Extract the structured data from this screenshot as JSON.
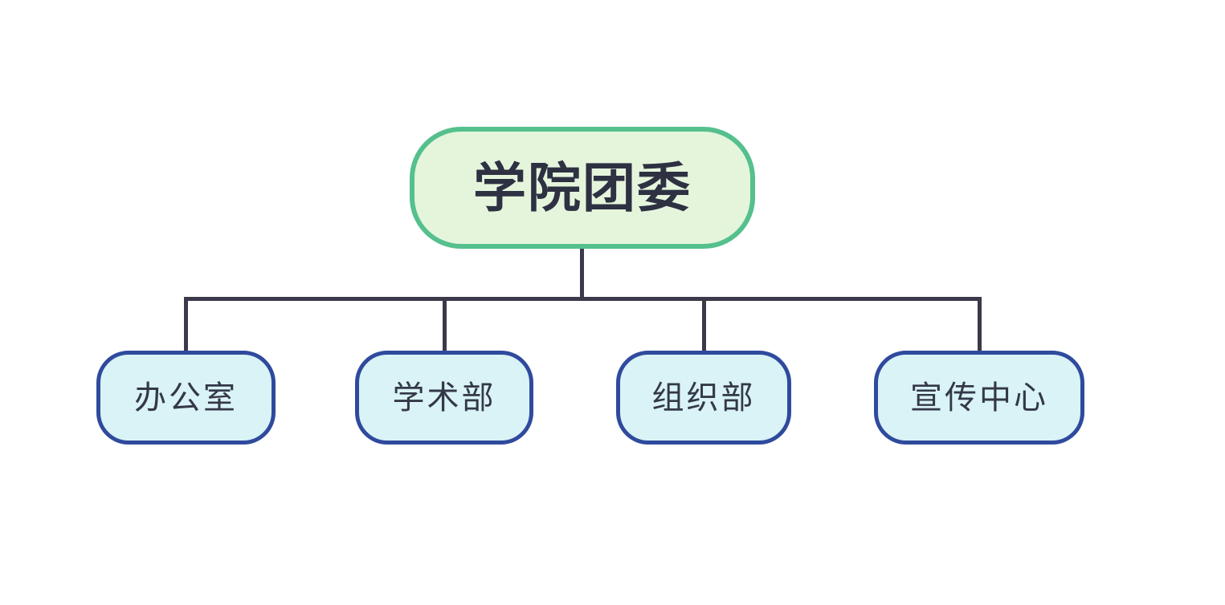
{
  "diagram": {
    "type": "org-chart",
    "root": {
      "label": "学院团委"
    },
    "children": [
      {
        "label": "办公室"
      },
      {
        "label": "学术部"
      },
      {
        "label": "组织部"
      },
      {
        "label": "宣传中心"
      }
    ],
    "colors": {
      "background": "#ffffff",
      "root_fill": "#e5f5dc",
      "root_border": "#55c08d",
      "root_text": "#2d3142",
      "child_fill": "#d9f3f6",
      "child_border": "#2f4a9d",
      "child_text": "#343848",
      "connector": "#3a3a4a"
    }
  }
}
